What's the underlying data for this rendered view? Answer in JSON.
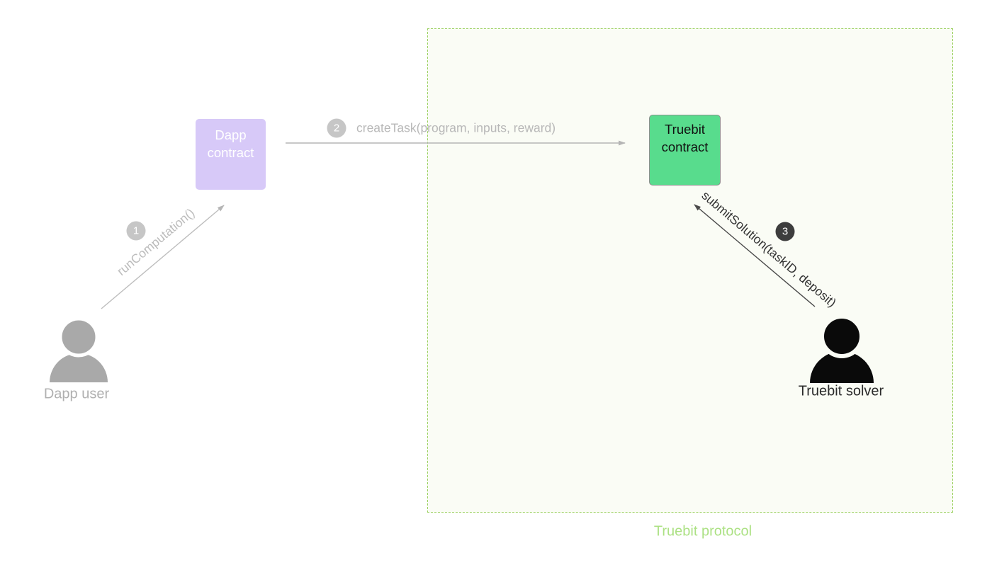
{
  "diagram": {
    "boundary": {
      "label": "Truebit protocol",
      "border_color": "#9ad05e",
      "fill_color": "#fafcf5",
      "label_color": "#ace184"
    },
    "nodes": {
      "dapp_contract": {
        "label": "Dapp contract",
        "fill": "#d7c9f8",
        "text_color": "#ffffff"
      },
      "truebit_contract": {
        "label": "Truebit contract",
        "fill": "#58dc8d",
        "text_color": "#111111"
      }
    },
    "actors": {
      "dapp_user": {
        "label": "Dapp user",
        "icon_color": "#a9a9a9"
      },
      "truebit_solver": {
        "label": "Truebit solver",
        "icon_color": "#0a0a0a"
      }
    },
    "steps": [
      {
        "number": "1",
        "label": "runComputation()",
        "from": "dapp-user",
        "to": "dapp-contract",
        "color": "#bdbdbd"
      },
      {
        "number": "2",
        "label": "createTask(program, inputs, reward)",
        "from": "dapp-contract",
        "to": "truebit-contract",
        "color": "#b5b5b5"
      },
      {
        "number": "3",
        "label": "submitSolution(taskID, deposit)",
        "from": "truebit-solver",
        "to": "truebit-contract",
        "color": "#4a4a4a"
      }
    ]
  }
}
